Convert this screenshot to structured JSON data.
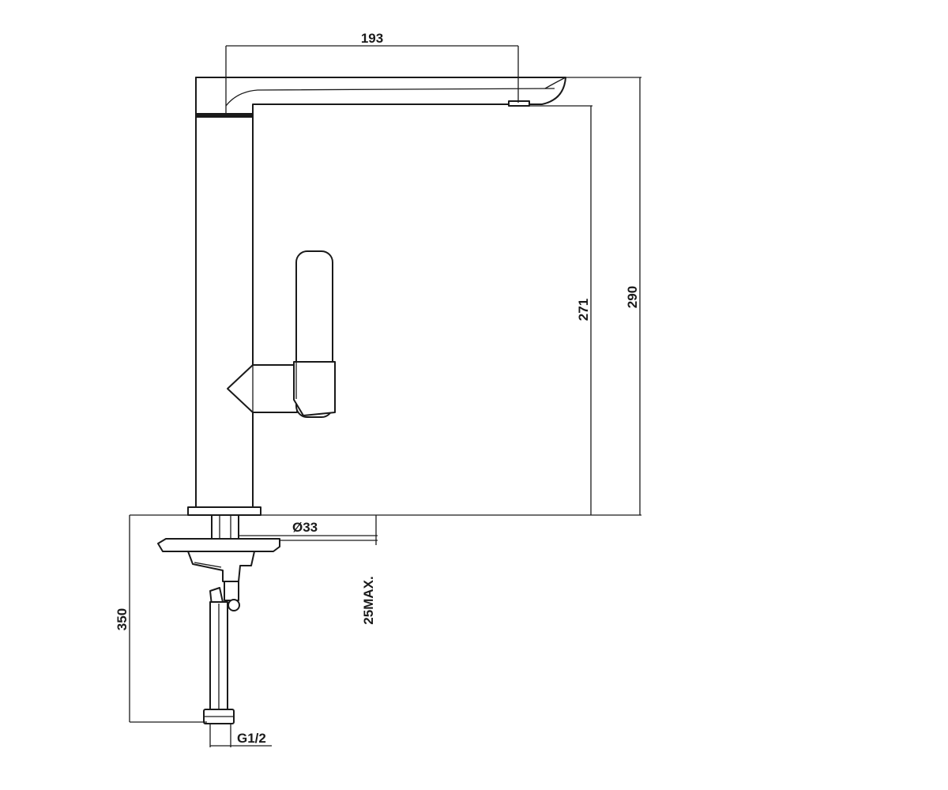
{
  "dimensions": {
    "spout_reach": "193",
    "height_to_outlet": "271",
    "overall_height": "290",
    "base_diameter": "Ø33",
    "max_deck_thickness": "25MAX.",
    "hose_length": "350",
    "connection_thread": "G1/2"
  },
  "colors": {
    "line": "#1a1a1a",
    "background": "#ffffff"
  }
}
